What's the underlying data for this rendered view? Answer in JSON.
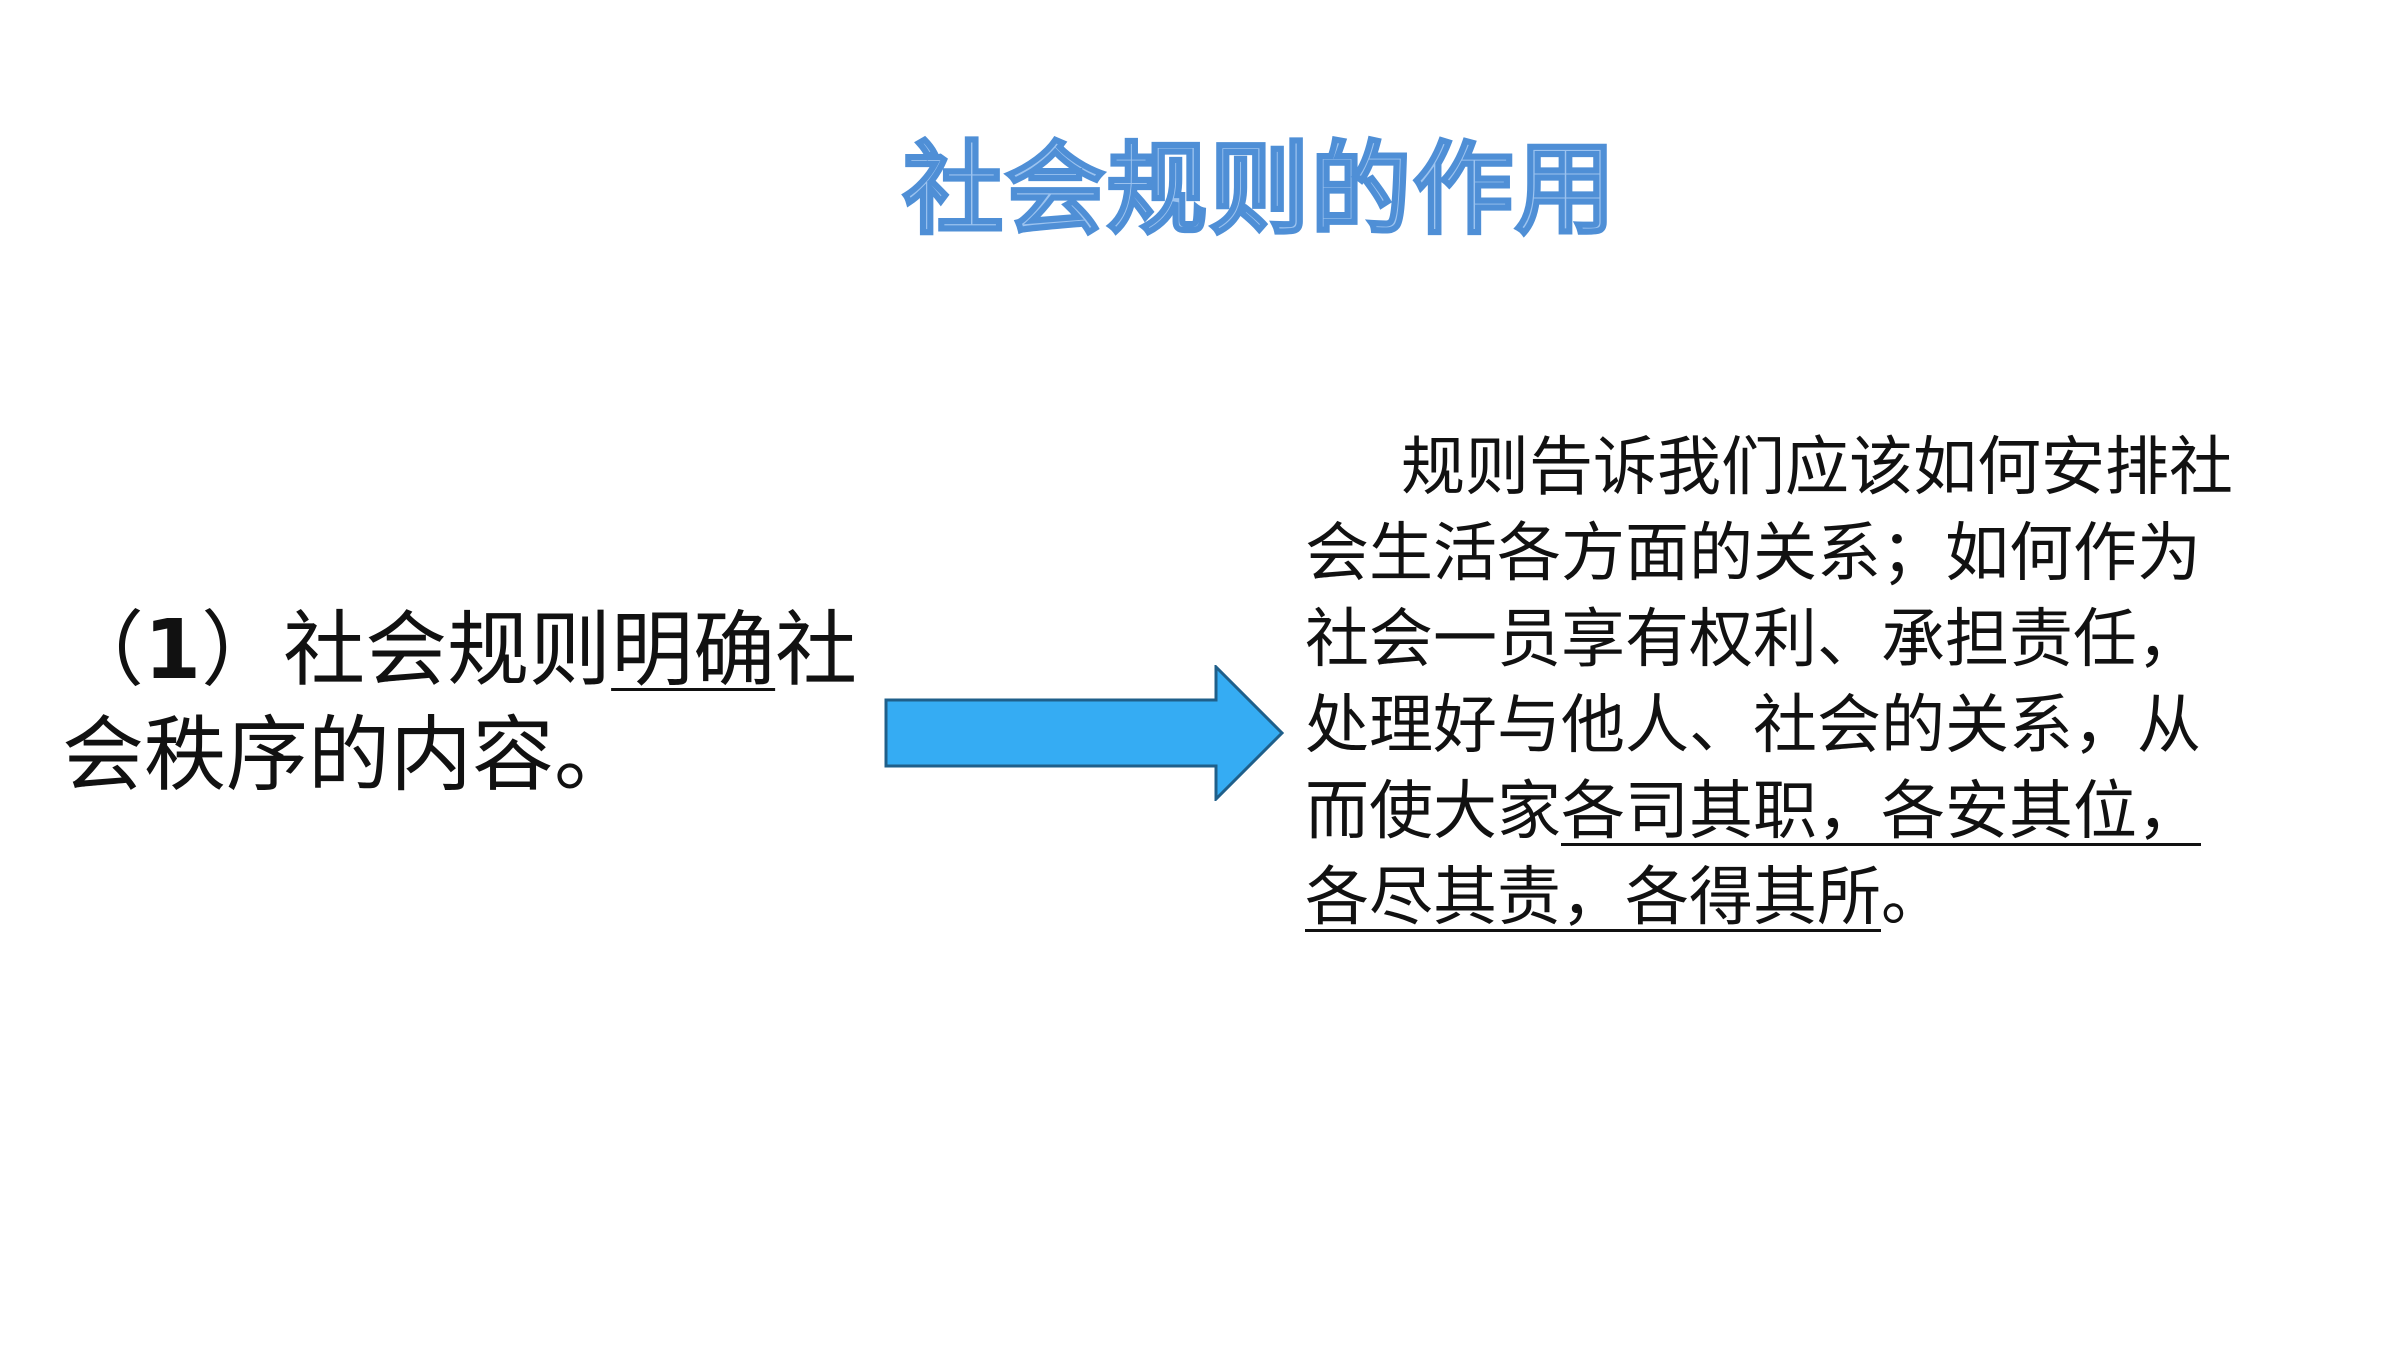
{
  "slide": {
    "title": "社会规则的作用",
    "point": {
      "open_paren": "（",
      "number": "1",
      "close_paren": "）",
      "text_a": "社会规则",
      "text_ul": "明确",
      "text_b": "社会秩序的内容。"
    },
    "arrow": {
      "icon": "right-arrow-icon",
      "fill": "#35acf3",
      "stroke": "#1f5f8a"
    },
    "explanation": {
      "line1": "规则告诉我们应该如何安排社",
      "line2": "会生活各方面的关系；如何作为",
      "line3": "社会一员享有权利、承担责任，",
      "line4": "处理好与他人、社会的关系，从",
      "line5_plain": "而使大家",
      "line5_ul": "各司其职，各安其位，",
      "line6_ul": "各尽其责，各得其所",
      "line6_end": "。"
    }
  }
}
